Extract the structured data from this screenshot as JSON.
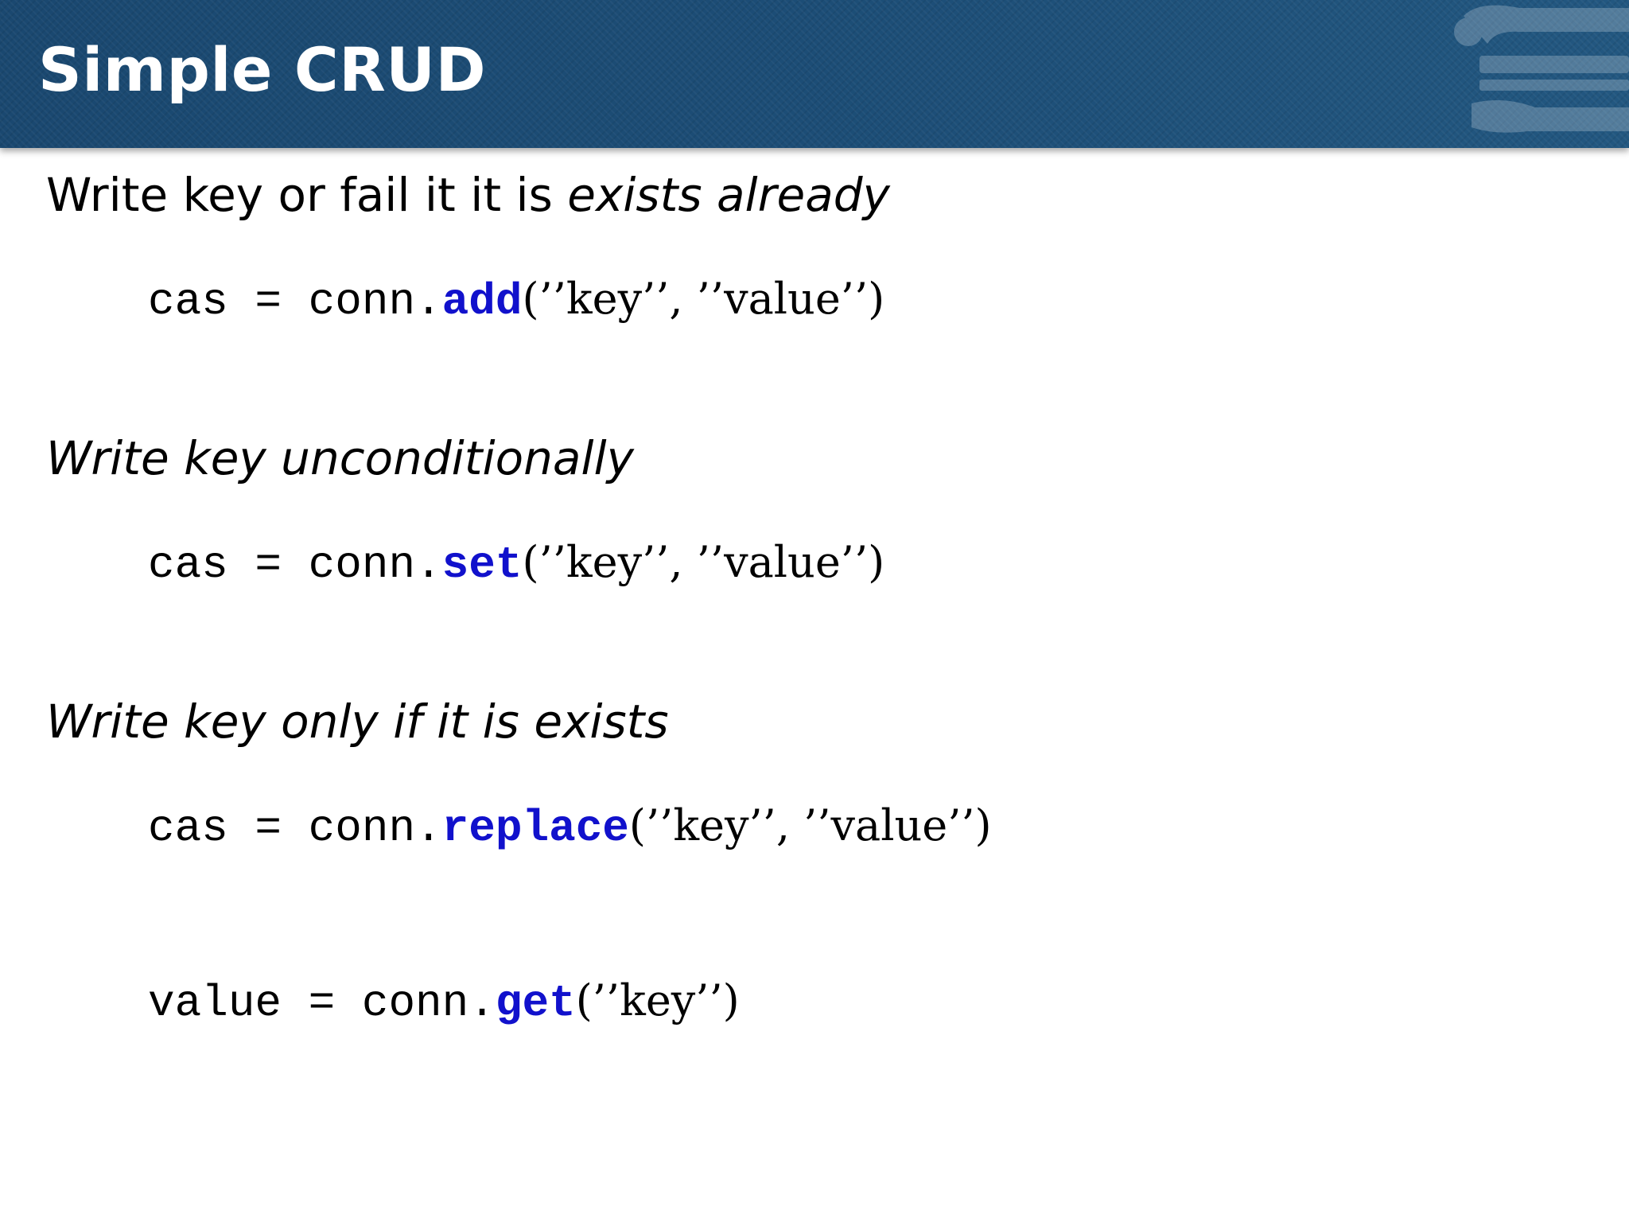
{
  "slide": {
    "title": "Simple CRUD",
    "sections": [
      {
        "heading_plain": "Write key or fail it it is ",
        "heading_italic": "exists already",
        "code_prefix": "cas = conn.",
        "code_method": "add",
        "code_args": "(’’key’’, ’’value’’)"
      },
      {
        "heading_italic": "Write key unconditionally",
        "code_prefix": "cas = conn.",
        "code_method": "set",
        "code_args": "(’’key’’, ’’value’’)"
      },
      {
        "heading_italic": "Write key only if it is exists",
        "code_prefix": "cas = conn.",
        "code_method": "replace",
        "code_args": "(’’key’’, ’’value’’)"
      },
      {
        "code_prefix": "value = conn.",
        "code_method": "get",
        "code_args": "(’’key’’)"
      }
    ]
  },
  "colors": {
    "title_bar": "#1b4b73",
    "title_text": "#ffffff",
    "method_highlight": "#1111cc",
    "body_text": "#000000"
  },
  "icons": {
    "watermark": "university-building-logo-icon"
  }
}
